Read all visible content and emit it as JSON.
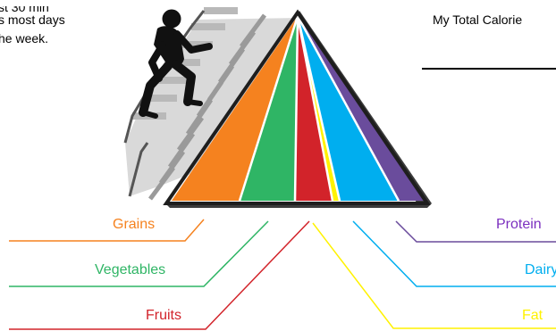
{
  "activity_note": {
    "lines": [
      "st 30 min",
      "s most days",
      "he week."
    ]
  },
  "calories": {
    "label": "My Total Calorie"
  },
  "food_groups": {
    "grains": "Grains",
    "vegetables": "Vegetables",
    "fruits": "Fruits",
    "protein": "Protein",
    "dairy": "Dairy",
    "fat": "Fat"
  },
  "colors": {
    "grains": "#f5821f",
    "vegetables": "#2fb565",
    "fruits": "#d2232a",
    "oils": "#fff200",
    "dairy": "#00aeef",
    "protein": "#6a4c9c"
  }
}
